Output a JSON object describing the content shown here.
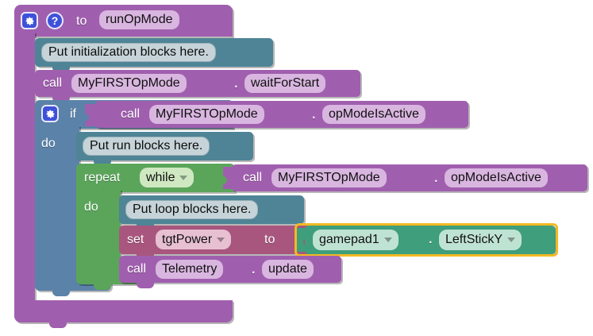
{
  "editor": {
    "name": "blockly-workspace",
    "background": "#ffffff",
    "selection_color": "#f2b924"
  },
  "icons": {
    "gear": "gear-icon",
    "help": "help-icon",
    "help_glyph": "?",
    "dropdown": "chevron-down-icon"
  },
  "blocks": {
    "procedure": {
      "keyword": "to",
      "name": "runOpMode",
      "color": "#a05fae"
    },
    "init_comment": {
      "text": "Put initialization blocks here.",
      "color": "#4e8496"
    },
    "wait_for_start": {
      "keyword": "call",
      "object": "MyFIRSTOpMode",
      "separator": ".",
      "method": "waitForStart",
      "color": "#a05fae"
    },
    "if_block": {
      "keyword": "if",
      "do_label": "do",
      "color": "#5b82a8"
    },
    "if_condition": {
      "keyword": "call",
      "object": "MyFIRSTOpMode",
      "separator": ".",
      "method": "opModeIsActive",
      "color": "#a05fae"
    },
    "run_comment": {
      "text": "Put run blocks here.",
      "color": "#4e8496"
    },
    "repeat_block": {
      "keyword": "repeat",
      "mode": "while",
      "do_label": "do",
      "color": "#5ba55b"
    },
    "repeat_condition": {
      "keyword": "call",
      "object": "MyFIRSTOpMode",
      "separator": ".",
      "method": "opModeIsActive",
      "color": "#a05fae"
    },
    "loop_comment": {
      "text": "Put loop blocks here.",
      "color": "#4e8496"
    },
    "set_block": {
      "keyword": "set",
      "variable": "tgtPower",
      "to_label": "to",
      "color": "#a8567e"
    },
    "gamepad_value": {
      "object": "gamepad1",
      "separator": ".",
      "property": "LeftStickY",
      "color": "#3f9e7c",
      "selected": true
    },
    "telemetry_update": {
      "keyword": "call",
      "object": "Telemetry",
      "separator": ".",
      "method": "update",
      "color": "#a05fae"
    }
  }
}
